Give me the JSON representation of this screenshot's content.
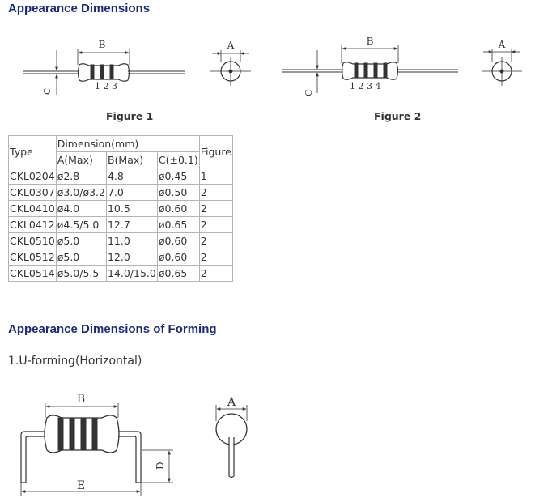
{
  "section1": {
    "title": "Appearance Dimensions"
  },
  "figure1": {
    "caption": "Figure 1",
    "label_b": "B",
    "label_a": "A",
    "label_c": "C",
    "pins": "1 2 3"
  },
  "figure2": {
    "caption": "Figure 2",
    "label_b": "B",
    "label_a": "A",
    "label_c": "C",
    "pins": "1 2 3 4"
  },
  "table": {
    "type_header": "Type",
    "dimension_header": "Dimension(mm)",
    "figure_header": "Figure",
    "sub_headers": [
      "A(Max)",
      "B(Max)",
      "C(±0.1)"
    ],
    "rows": [
      [
        "CKL0204",
        "ø2.8",
        "4.8",
        "ø0.45",
        "1"
      ],
      [
        "CKL0307",
        "ø3.0/ø3.2",
        "7.0",
        "ø0.50",
        "2"
      ],
      [
        "CKL0410",
        "ø4.0",
        "10.5",
        "ø0.60",
        "2"
      ],
      [
        "CKL0412",
        "ø4.5/5.0",
        "12.7",
        "ø0.65",
        "2"
      ],
      [
        "CKL0510",
        "ø5.0",
        "11.0",
        "ø0.60",
        "2"
      ],
      [
        "CKL0512",
        "ø5.0",
        "12.0",
        "ø0.60",
        "2"
      ],
      [
        "CKL0514",
        "ø5.0/5.5",
        "14.0/15.0",
        "ø0.65",
        "2"
      ]
    ]
  },
  "section2": {
    "title": "Appearance Dimensions of Forming",
    "subtitle": "1.U-forming(Horizontal)"
  },
  "figure3": {
    "label_b": "B",
    "label_a": "A",
    "label_d": "D",
    "label_e": "E"
  }
}
